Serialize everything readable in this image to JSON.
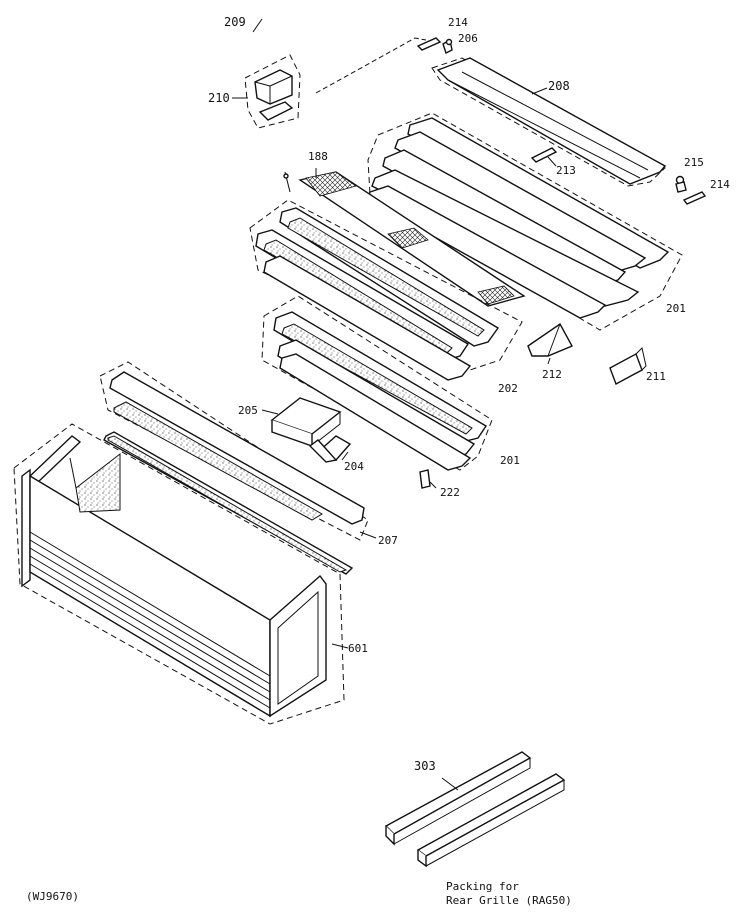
{
  "diagram": {
    "parts": {
      "p209": "209",
      "p214a": "214",
      "p206": "206",
      "p210": "210",
      "p208": "208",
      "p188": "188",
      "p213": "213",
      "p215": "215",
      "p214b": "214",
      "p201a": "201",
      "p202": "202",
      "p212": "212",
      "p211": "211",
      "p205": "205",
      "p204": "204",
      "p201b": "201",
      "p222": "222",
      "p207": "207",
      "p601": "601",
      "p303": "303"
    },
    "model_code": "(WJ9670)",
    "packing_note": {
      "line1": "Packing for",
      "line2": "Rear Grille (RAG50)"
    }
  }
}
